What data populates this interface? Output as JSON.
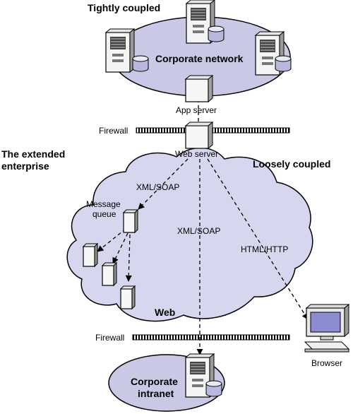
{
  "labels": {
    "tightly_coupled": "Tightly coupled",
    "corporate_network": "Corporate network",
    "app_server": "App server",
    "firewall_top": "Firewall",
    "web_server": "Web server",
    "extended_enterprise_line1": "The extended",
    "extended_enterprise_line2": "enterprise",
    "loosely_coupled": "Loosely coupled",
    "xml_soap_upper": "XML/SOAP",
    "message_queue_line1": "Message",
    "message_queue_line2": "queue",
    "xml_soap_center": "XML/SOAP",
    "html_http": "HTML/HTTP",
    "web": "Web",
    "firewall_bottom": "Firewall",
    "browser": "Browser",
    "corporate_intranet_line1": "Corporate",
    "corporate_intranet_line2": "intranet"
  },
  "colors": {
    "network_fill": "#c9c9e6",
    "cloud_fill": "#d6d7ee",
    "screen_fill": "#8c8cd2",
    "cylinder_fill": "#b8b8df"
  },
  "icons": {
    "server": "tower-server-icon",
    "database": "database-cylinder-icon",
    "app_server": "server-box-icon",
    "queue": "queue-server-icon",
    "browser": "desktop-computer-icon",
    "firewall": "firewall-bar-icon"
  }
}
